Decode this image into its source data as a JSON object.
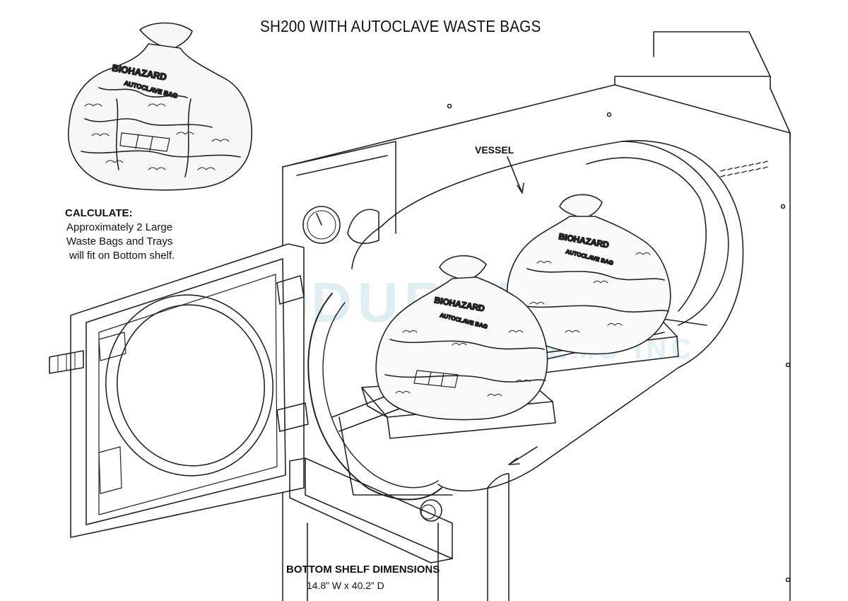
{
  "title": "SH200 WITH AUTOCLAVE WASTE BAGS",
  "calculate": {
    "heading": "CALCULATE:",
    "line1": "Approximately 2 Large",
    "line2": "Waste Bags and Trays",
    "line3": "will fit on Bottom shelf."
  },
  "vessel_label": "VESSEL",
  "bottom_shelf": {
    "heading": "BOTTOM SHELF DIMENSIONS",
    "dimensions": "14.8” W x 40.2” D"
  },
  "bag": {
    "print_top": "BIOHAZARD",
    "print_bottom": "AUTOCLAVE BAG"
  },
  "watermark": {
    "main": "DURALINE",
    "sub": "BIOSYSTEMS INC"
  },
  "colors": {
    "line": "#222222",
    "watermark": "#46a0af"
  }
}
